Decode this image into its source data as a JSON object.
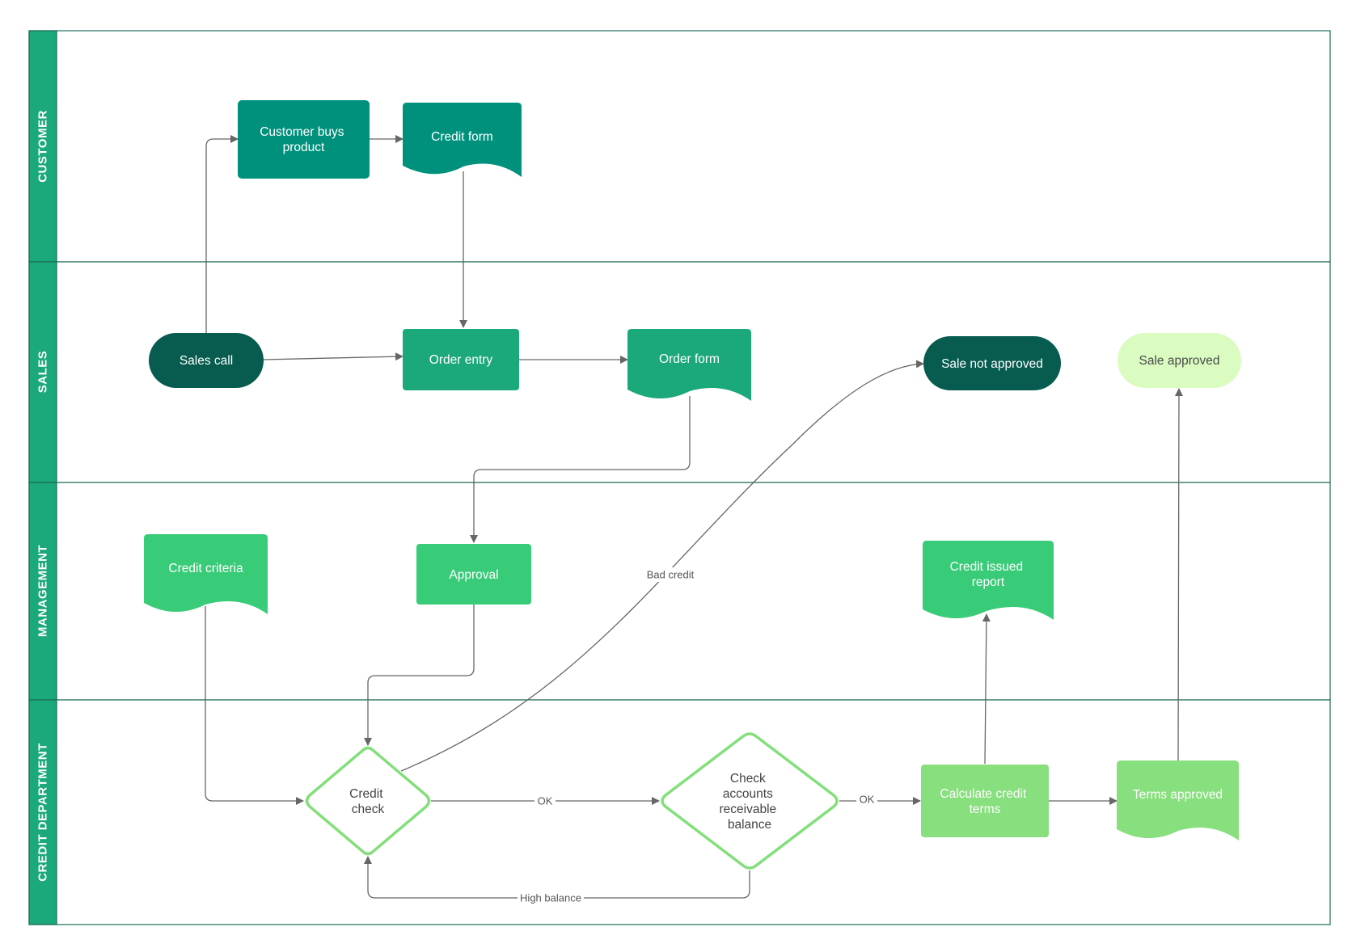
{
  "colors": {
    "lane_header": "#1ba87a",
    "lane_border": "#1e6b5a",
    "dark": "#075c4f",
    "teal": "#00917c",
    "green": "#1ba87a",
    "bright": "#38cb78",
    "light": "#87df7d",
    "pale": "#dafcc0",
    "diamond_stroke": "#82df7a",
    "edge": "#666666"
  },
  "lanes": [
    {
      "id": "customer",
      "label": "CUSTOMER"
    },
    {
      "id": "sales",
      "label": "SALES"
    },
    {
      "id": "management",
      "label": "MANAGEMENT"
    },
    {
      "id": "credit",
      "label": "CREDIT DEPARTMENT"
    }
  ],
  "nodes": {
    "customer_buys": {
      "lines": [
        "Customer buys",
        "product"
      ]
    },
    "credit_form": {
      "lines": [
        "Credit form"
      ]
    },
    "sales_call": {
      "lines": [
        "Sales call"
      ]
    },
    "order_entry": {
      "lines": [
        "Order entry"
      ]
    },
    "order_form": {
      "lines": [
        "Order form"
      ]
    },
    "sale_not_approved": {
      "lines": [
        "Sale not approved"
      ]
    },
    "sale_approved": {
      "lines": [
        "Sale approved"
      ]
    },
    "credit_criteria": {
      "lines": [
        "Credit criteria"
      ]
    },
    "approval": {
      "lines": [
        "Approval"
      ]
    },
    "credit_issued_report": {
      "lines": [
        "Credit issued",
        "report"
      ]
    },
    "credit_check": {
      "lines": [
        "Credit",
        "check"
      ]
    },
    "check_ar": {
      "lines": [
        "Check",
        "accounts",
        "receivable",
        "balance"
      ]
    },
    "calc_terms": {
      "lines": [
        "Calculate credit",
        "terms"
      ]
    },
    "terms_approved": {
      "lines": [
        "Terms approved"
      ]
    }
  },
  "edge_labels": {
    "bad_credit": "Bad credit",
    "ok_1": "OK",
    "ok_2": "OK",
    "high_balance": "High balance"
  }
}
